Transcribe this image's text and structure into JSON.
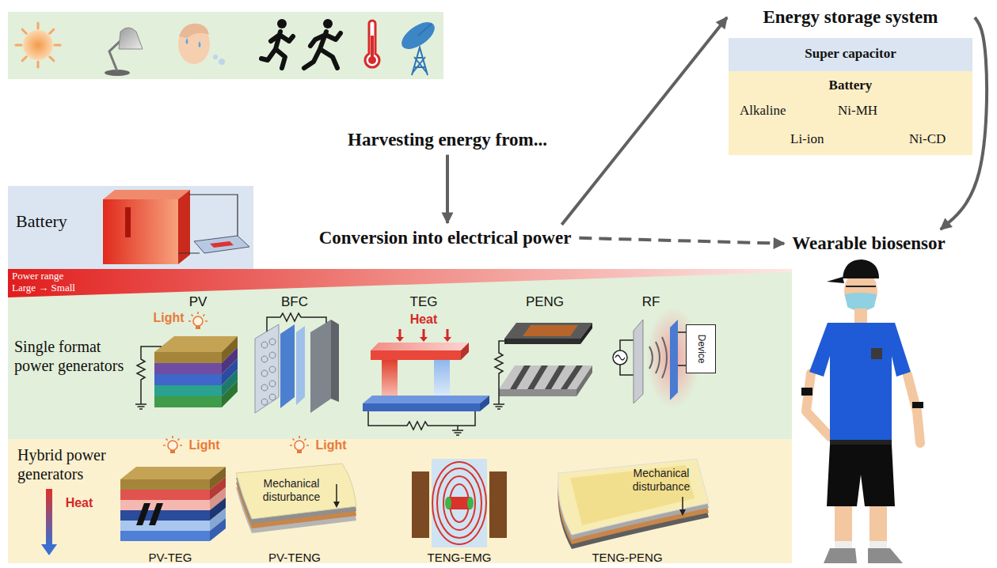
{
  "diagram": {
    "nodes": [
      {
        "text": [
          "Harvesting energy from..."
        ]
      },
      {
        "text": [
          "Energy storage system"
        ]
      },
      {
        "text": [
          "Super capacitor"
        ],
        "in": 1
      },
      {
        "text": [
          "Battery",
          "Alkaline",
          "Ni-MH",
          "Li-ion",
          "Ni-CD"
        ],
        "in": 1
      },
      {
        "text": [
          "Conversion into electrical power"
        ]
      },
      {
        "text": [
          "Wearable biosensor"
        ]
      },
      {
        "text": [
          "Battery"
        ]
      },
      {
        "text": [
          "Single format power generators"
        ]
      },
      {
        "text": [
          "Power range Large → Small"
        ],
        "in": 7
      },
      {
        "text": [
          "Device"
        ],
        "in": 7
      },
      {
        "text": [
          "Hybrid power generators"
        ]
      }
    ],
    "edges": [
      {
        "from": 0,
        "to": 4,
        "arrow": "to"
      },
      {
        "from": 4,
        "to": 1,
        "arrow": "to"
      },
      {
        "from": 4,
        "to": 5,
        "arrow": "to"
      },
      {
        "from": 1,
        "to": 5,
        "arrow": "to"
      }
    ],
    "labels": [
      "PV",
      "BFC",
      "TEG",
      "PENG",
      "RF",
      "Light",
      "Heat",
      "Light",
      "Light",
      "Heat",
      "Mechanical disturbance",
      "Mechanical disturbance",
      "PV-TEG",
      "PV-TENG",
      "TENG-EMG",
      "TENG-PENG"
    ]
  }
}
